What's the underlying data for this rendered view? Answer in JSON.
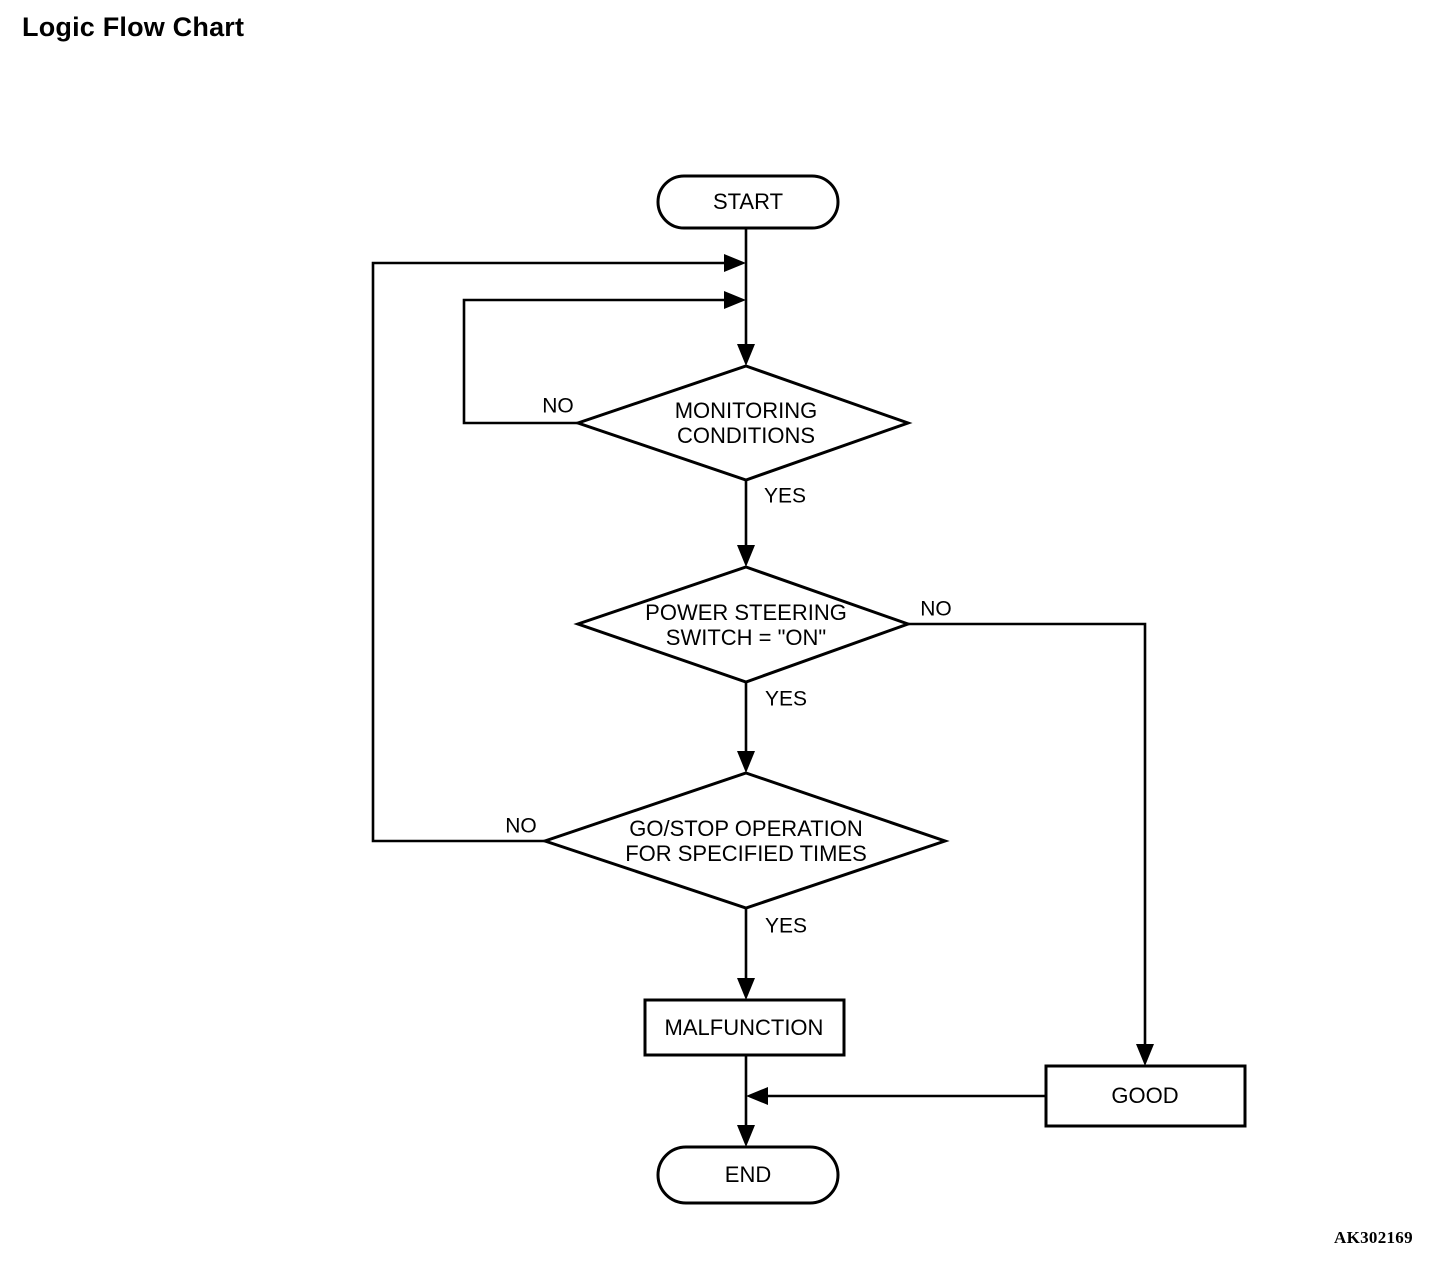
{
  "page": {
    "title": "Logic Flow Chart",
    "figure_code": "AK302169",
    "background_color": "#ffffff",
    "line_color": "#000000"
  },
  "chart_data": {
    "type": "diagram",
    "diagram_type": "flowchart",
    "title": "Logic Flow Chart",
    "orientation": "top-to-bottom",
    "nodes": [
      {
        "id": "start",
        "label": "START",
        "shape": "stadium"
      },
      {
        "id": "monitoring",
        "label": "MONITORING\nCONDITIONS",
        "line1": "MONITORING",
        "line2": "CONDITIONS",
        "shape": "diamond"
      },
      {
        "id": "ps_switch",
        "label": "POWER STEERING\nSWITCH = \"ON\"",
        "line1": "POWER STEERING",
        "line2": "SWITCH = \"ON\"",
        "shape": "diamond"
      },
      {
        "id": "gostop",
        "label": "GO/STOP OPERATION\nFOR SPECIFIED TIMES",
        "line1": "GO/STOP OPERATION",
        "line2": "FOR SPECIFIED TIMES",
        "shape": "diamond"
      },
      {
        "id": "malfunction",
        "label": "MALFUNCTION",
        "shape": "rectangle"
      },
      {
        "id": "good",
        "label": "GOOD",
        "shape": "rectangle"
      },
      {
        "id": "end",
        "label": "END",
        "shape": "stadium"
      }
    ],
    "edges": [
      {
        "from": "start",
        "to": "monitoring",
        "label": ""
      },
      {
        "from": "monitoring",
        "to": "monitoring",
        "label": "NO",
        "route": "loop-left-inner"
      },
      {
        "from": "monitoring",
        "to": "ps_switch",
        "label": "YES"
      },
      {
        "from": "ps_switch",
        "to": "good",
        "label": "NO",
        "route": "right-down"
      },
      {
        "from": "ps_switch",
        "to": "gostop",
        "label": "YES"
      },
      {
        "from": "gostop",
        "to": "monitoring",
        "label": "NO",
        "route": "loop-left-outer"
      },
      {
        "from": "gostop",
        "to": "malfunction",
        "label": "YES"
      },
      {
        "from": "malfunction",
        "to": "end",
        "label": ""
      },
      {
        "from": "good",
        "to": "end",
        "label": "",
        "route": "left-merge"
      }
    ],
    "branch_labels": {
      "monitoring_no": "NO",
      "monitoring_yes": "YES",
      "ps_switch_no": "NO",
      "ps_switch_yes": "YES",
      "gostop_no": "NO",
      "gostop_yes": "YES"
    }
  }
}
